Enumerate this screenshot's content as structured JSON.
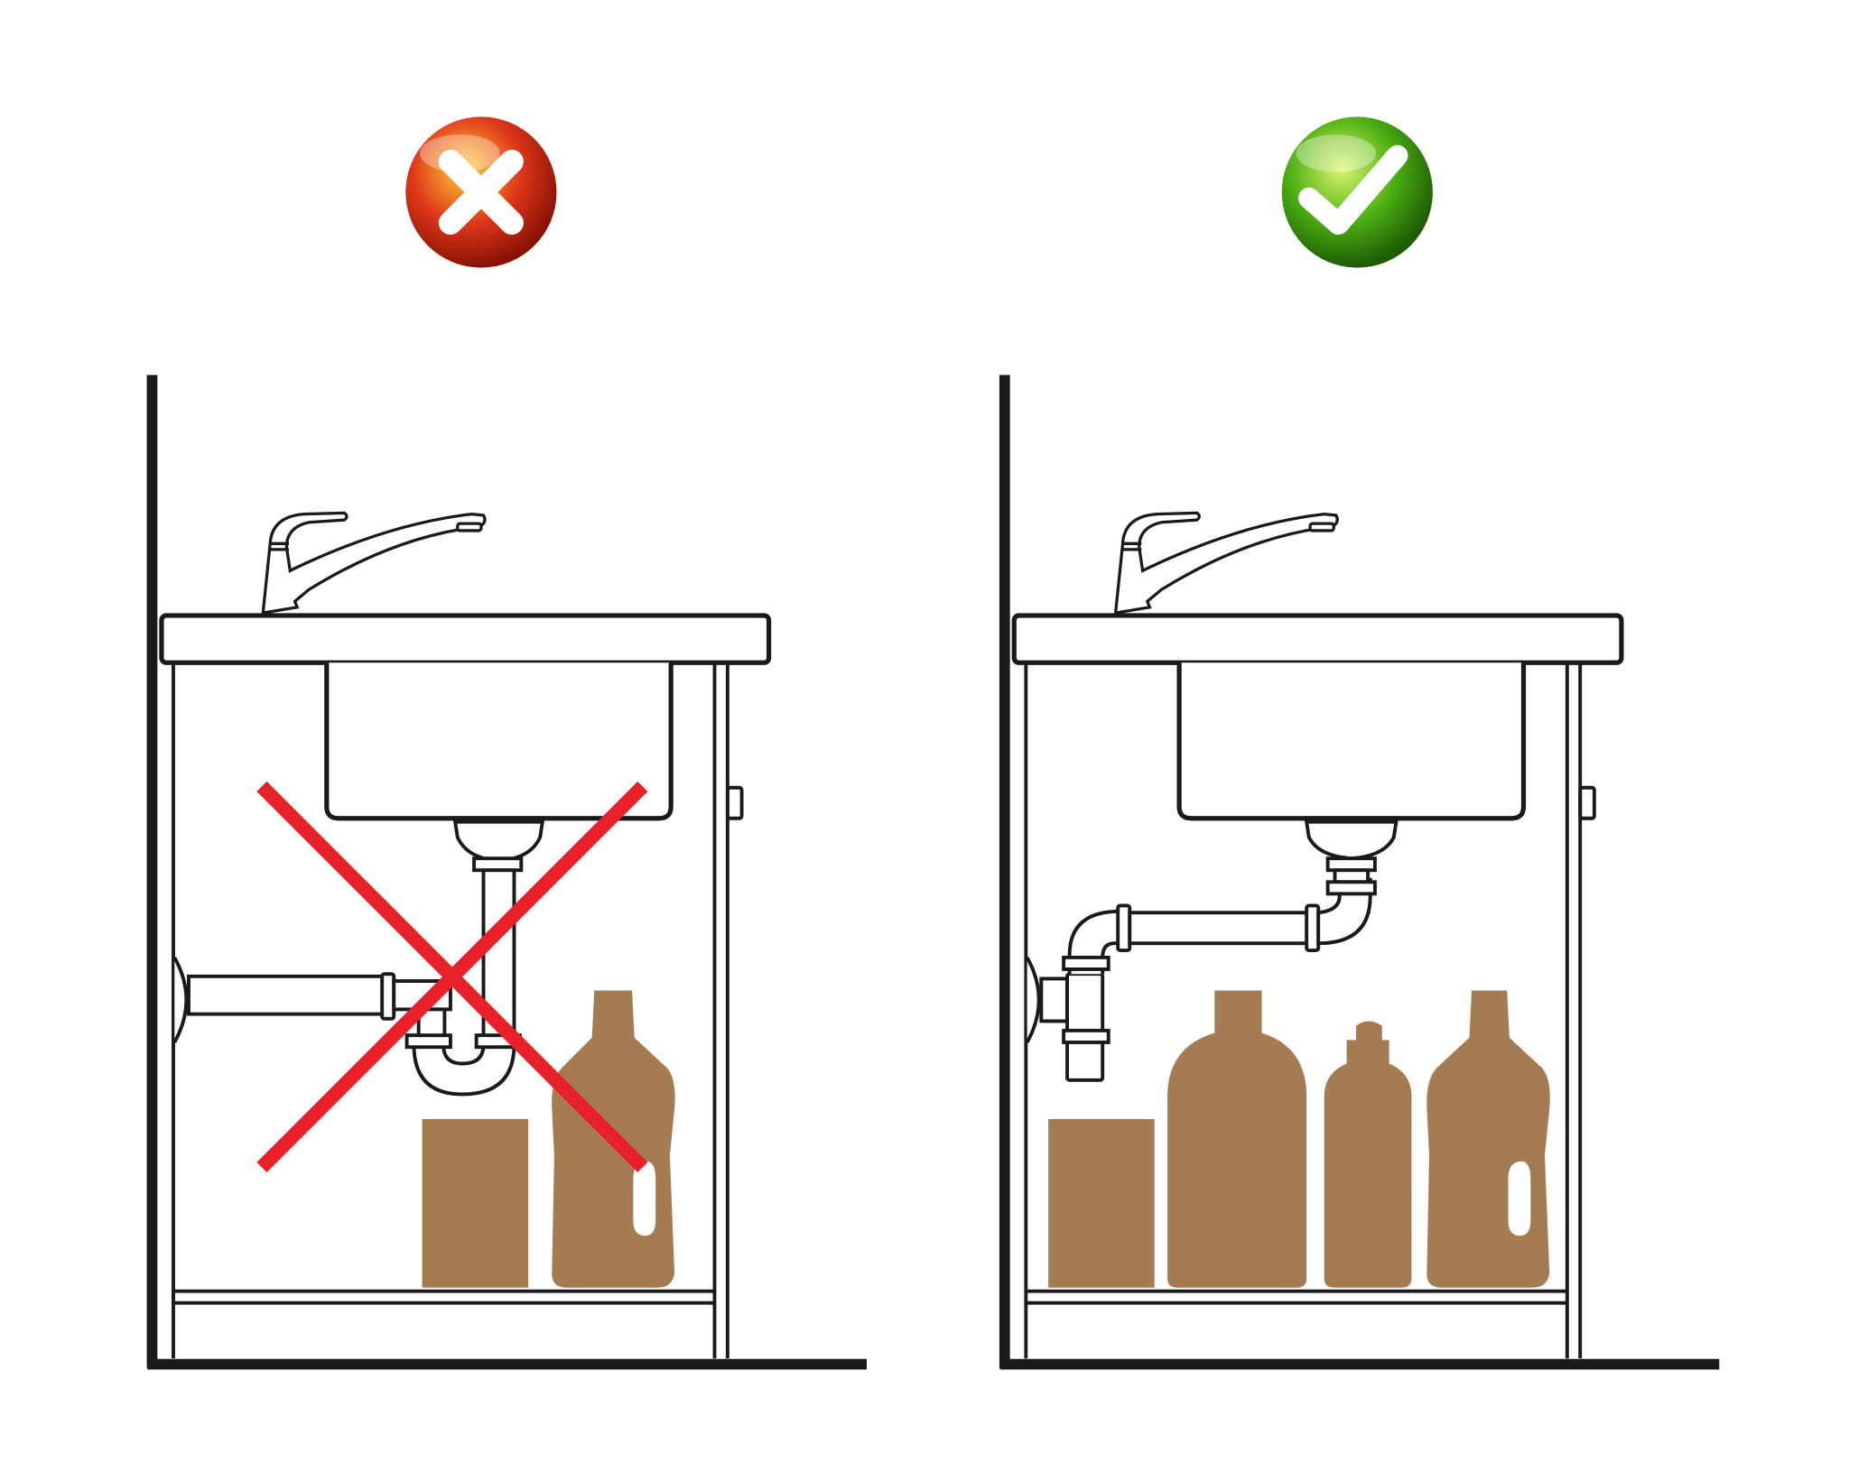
{
  "panels": [
    {
      "id": "wrong",
      "verdict": "incorrect",
      "badge_icon": "red-cross-icon",
      "layout": "p-trap-blocking-storage"
    },
    {
      "id": "right",
      "verdict": "correct",
      "badge_icon": "green-check-icon",
      "layout": "space-saving-siphon"
    }
  ],
  "colors": {
    "line": "#1a1a1a",
    "items": "#a57c52",
    "cross": "#e8202a",
    "badge_red": "#d62a10",
    "badge_green": "#4cae12",
    "background": "#ffffff"
  }
}
